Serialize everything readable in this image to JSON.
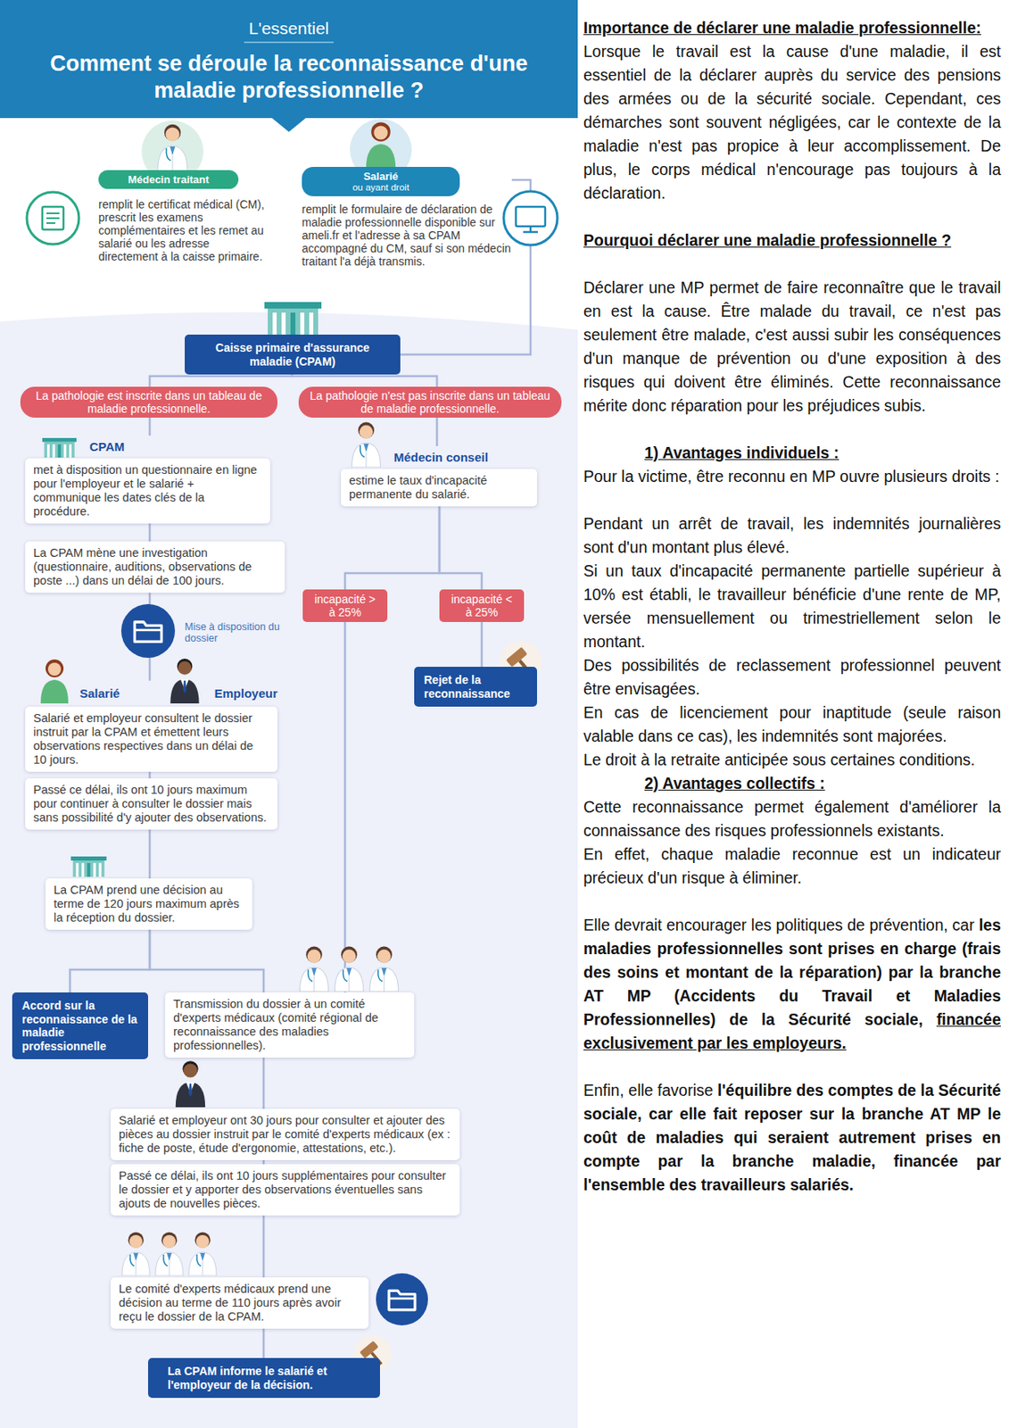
{
  "diagram": {
    "title": "Comment se déroule la reconnaissance d'une maladie professionnelle ?",
    "nodes": [
      {
        "text": [
          "Médecin traitant",
          "remplit le certificat médical (CM), prescrit les examens complémentaires et les remet au salarié ou les adresse directement à la caisse primaire."
        ]
      },
      {
        "text": [
          "Salarié",
          "ou ayant droit",
          "remplit le formulaire de déclaration de maladie professionnelle disponible sur ameli.fr et l'adresse à sa CPAM accompagné du CM, sauf si son médecin traitant l'a déjà transmis."
        ]
      },
      {
        "text": [
          "Caisse primaire d'assurance maladie (CPAM)"
        ]
      },
      {
        "text": [
          "La pathologie est inscrite dans un tableau de maladie professionnelle."
        ]
      },
      {
        "text": [
          "La pathologie n'est pas inscrite dans un tableau de maladie professionnelle."
        ]
      },
      {
        "text": [
          "CPAM",
          "met à disposition un questionnaire en ligne pour l'employeur et le salarié + communique les dates clés de la procédure."
        ]
      },
      {
        "text": [
          "Médecin conseil",
          "estime le taux d'incapacité permanente du salarié."
        ]
      },
      {
        "text": [
          "La CPAM mène une investigation (questionnaire, auditions, observations de poste ...) dans un délai de 100 jours."
        ]
      },
      {
        "text": [
          "incapacité > à 25%"
        ]
      },
      {
        "text": [
          "incapacité < à 25%"
        ]
      },
      {
        "text": [
          "Salarié",
          "Employeur",
          "Salarié et employeur consultent le dossier instruit par la CPAM et émettent leurs observations respectives dans un délai de 10 jours."
        ]
      },
      {
        "text": [
          "Passé ce délai, ils ont 10 jours maximum pour continuer à consulter le dossier mais sans possibilité d'y ajouter des observations."
        ]
      },
      {
        "text": [
          "Rejet de la reconnaissance"
        ]
      },
      {
        "text": [
          "La CPAM prend une décision au terme de 120 jours maximum après la réception du dossier."
        ]
      },
      {
        "text": [
          "Accord sur la reconnaissance de la maladie professionnelle"
        ]
      },
      {
        "text": [
          "Transmission du dossier à un comité d'experts médicaux (comité régional de reconnaissance des maladies professionnelles)."
        ]
      },
      {
        "text": [
          "Salarié et employeur ont 30 jours pour consulter et ajouter des pièces au dossier instruit par le comité d'experts médicaux (ex : fiche de poste, étude d'ergonomie, attestations, etc.)."
        ]
      },
      {
        "text": [
          "Passé ce délai, ils ont 10 jours supplémentaires pour consulter le dossier et y apporter des observations éventuelles sans ajouts de nouvelles pièces."
        ]
      },
      {
        "text": [
          "Le comité d'experts médicaux prend une décision au terme de 110 jours après avoir reçu le dossier de la CPAM."
        ]
      },
      {
        "text": [
          "La CPAM informe le salarié et l'employeur de la décision."
        ]
      }
    ],
    "edges": [
      {
        "from": 1,
        "to": 2,
        "arrow": "none"
      },
      {
        "from": 2,
        "to": 3,
        "arrow": "none"
      },
      {
        "from": 2,
        "to": 4,
        "arrow": "none"
      },
      {
        "from": 3,
        "to": 5,
        "arrow": "none"
      },
      {
        "from": 5,
        "to": 7,
        "arrow": "none"
      },
      {
        "from": 7,
        "to": 10,
        "arrow": "none"
      },
      {
        "from": 10,
        "to": 11,
        "arrow": "none"
      },
      {
        "from": 11,
        "to": 13,
        "arrow": "none"
      },
      {
        "from": 13,
        "to": 14,
        "arrow": "none"
      },
      {
        "from": 13,
        "to": 15,
        "arrow": "none"
      },
      {
        "from": 4,
        "to": 6,
        "arrow": "none"
      },
      {
        "from": 6,
        "to": 8,
        "arrow": "none"
      },
      {
        "from": 6,
        "to": 9,
        "arrow": "none"
      },
      {
        "from": 9,
        "to": 12,
        "arrow": "none"
      },
      {
        "from": 8,
        "to": 15,
        "arrow": "none"
      },
      {
        "from": 15,
        "to": 16,
        "arrow": "none"
      },
      {
        "from": 16,
        "to": 17,
        "arrow": "none"
      },
      {
        "from": 17,
        "to": 18,
        "arrow": "none"
      },
      {
        "from": 18,
        "to": 19,
        "arrow": "none"
      }
    ],
    "labels": [
      "L'essentiel",
      "Mise à disposition du dossier",
      "Importance de déclarer une maladie professionnelle:",
      "Lorsque le travail est la cause d'une maladie, il est essentiel de la déclarer auprès du service des pensions des armées ou de la sécurité sociale. Cependant, ces démarches sont souvent négligées, car le contexte de la maladie n'est pas propice à leur accomplissement. De plus, le corps médical n'encourage pas toujours à la déclaration.",
      "Pourquoi déclarer une maladie professionnelle ?",
      "Déclarer une MP permet de faire reconnaître que le travail en est la cause. Être malade du travail, ce n'est pas seulement être malade, c'est aussi subir les conséquences d'un manque de prévention ou d'une exposition à des risques qui doivent être éliminés. Cette reconnaissance mérite donc réparation pour les préjudices subis.",
      "1) Avantages individuels :",
      "Pour la victime, être reconnu en MP ouvre plusieurs droits :",
      "Pendant un arrêt de travail, les indemnités journalières sont d'un montant plus élevé.",
      "Si un taux d'incapacité permanente partielle supérieur à 10% est établi, le travailleur bénéficie d'une rente de MP, versée mensuellement ou trimestriellement selon le montant.",
      "Des possibilités de reclassement professionnel peuvent être envisagées.",
      "En cas de licenciement pour inaptitude (seule raison valable dans ce cas), les indemnités sont majorées.",
      "Le droit à la retraite anticipée sous certaines conditions.",
      "2) Avantages collectifs :",
      "Cette reconnaissance permet également d'améliorer la connaissance des risques professionnels existants.",
      "En effet, chaque maladie reconnue est un indicateur précieux d'un risque à éliminer.",
      "Elle devrait encourager les politiques de prévention, car",
      "les maladies professionnelles sont prises en charge (frais des soins et montant de la réparation) par la branche AT MP (Accidents du Travail et Maladies Professionnelles) de la Sécurité sociale,",
      "financée exclusivement par les employeurs.",
      "Enfin, elle favorise",
      "l'équilibre des comptes de la Sécurité sociale, car elle fait reposer sur la branche AT MP le coût de maladies qui seraient autrement prises en compte par la branche maladie, financée par l'ensemble des travailleurs salariés."
    ]
  }
}
